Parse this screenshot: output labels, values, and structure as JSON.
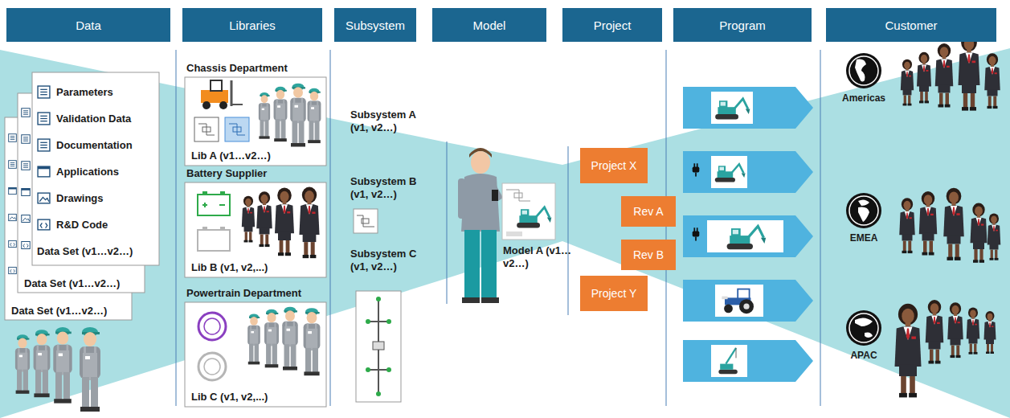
{
  "diagram": {
    "nodes": [
      {
        "text": [
          "Data"
        ]
      },
      {
        "text": [
          "Libraries"
        ]
      },
      {
        "text": [
          "Subsystem"
        ]
      },
      {
        "text": [
          "Model"
        ]
      },
      {
        "text": [
          "Project"
        ]
      },
      {
        "text": [
          "Program"
        ]
      },
      {
        "text": [
          "Customer"
        ]
      },
      {
        "text": [
          "Parameters",
          "Validation Data",
          "Documentation",
          "Applications",
          "Drawings",
          "R&D Code",
          "Data Set (v1…v2…)"
        ]
      },
      {
        "text": [
          "Data Set (v1…v2…)"
        ]
      },
      {
        "text": [
          "Data Set (v1…v2…)"
        ]
      },
      {
        "text": [
          "Chassis Department",
          "Lib A (v1…v2…)"
        ]
      },
      {
        "text": [
          "Battery Supplier",
          "Lib B (v1, v2,...)"
        ]
      },
      {
        "text": [
          "Powertrain Department",
          "Lib C (v1, v2,...)"
        ]
      },
      {
        "text": [
          "Project X"
        ]
      },
      {
        "text": [
          "Rev A"
        ]
      },
      {
        "text": [
          "Rev B"
        ]
      },
      {
        "text": [
          "Project Y"
        ]
      }
    ],
    "labels": [
      "Subsystem A (v1, v2…)",
      "Subsystem B (v1, v2…)",
      "Subsystem C (v1, v2…)",
      "Model A (v1…v2…)",
      "Americas",
      "EMEA",
      "APAC"
    ]
  }
}
